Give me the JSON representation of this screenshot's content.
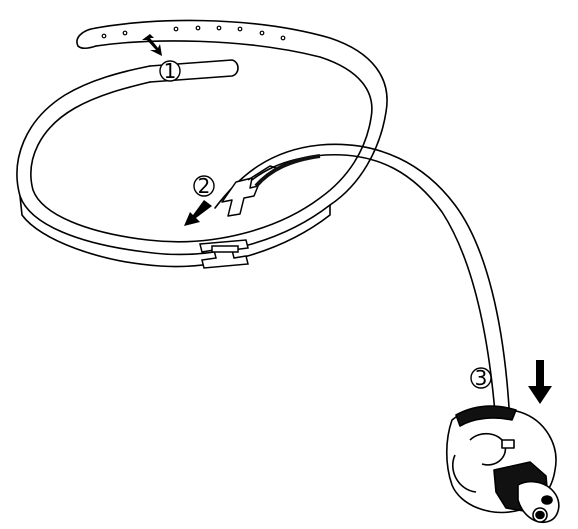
{
  "steps": [
    {
      "number": "1",
      "label": "①"
    },
    {
      "number": "2",
      "label": "②"
    },
    {
      "number": "3",
      "label": "③"
    }
  ],
  "colors": {
    "line": "#000000",
    "fill": "#ffffff",
    "shadow": "#111111"
  },
  "icons": {
    "step1": "double-arrow-icon",
    "step2": "down-left-arrow-icon",
    "step3": "down-arrow-icon"
  }
}
